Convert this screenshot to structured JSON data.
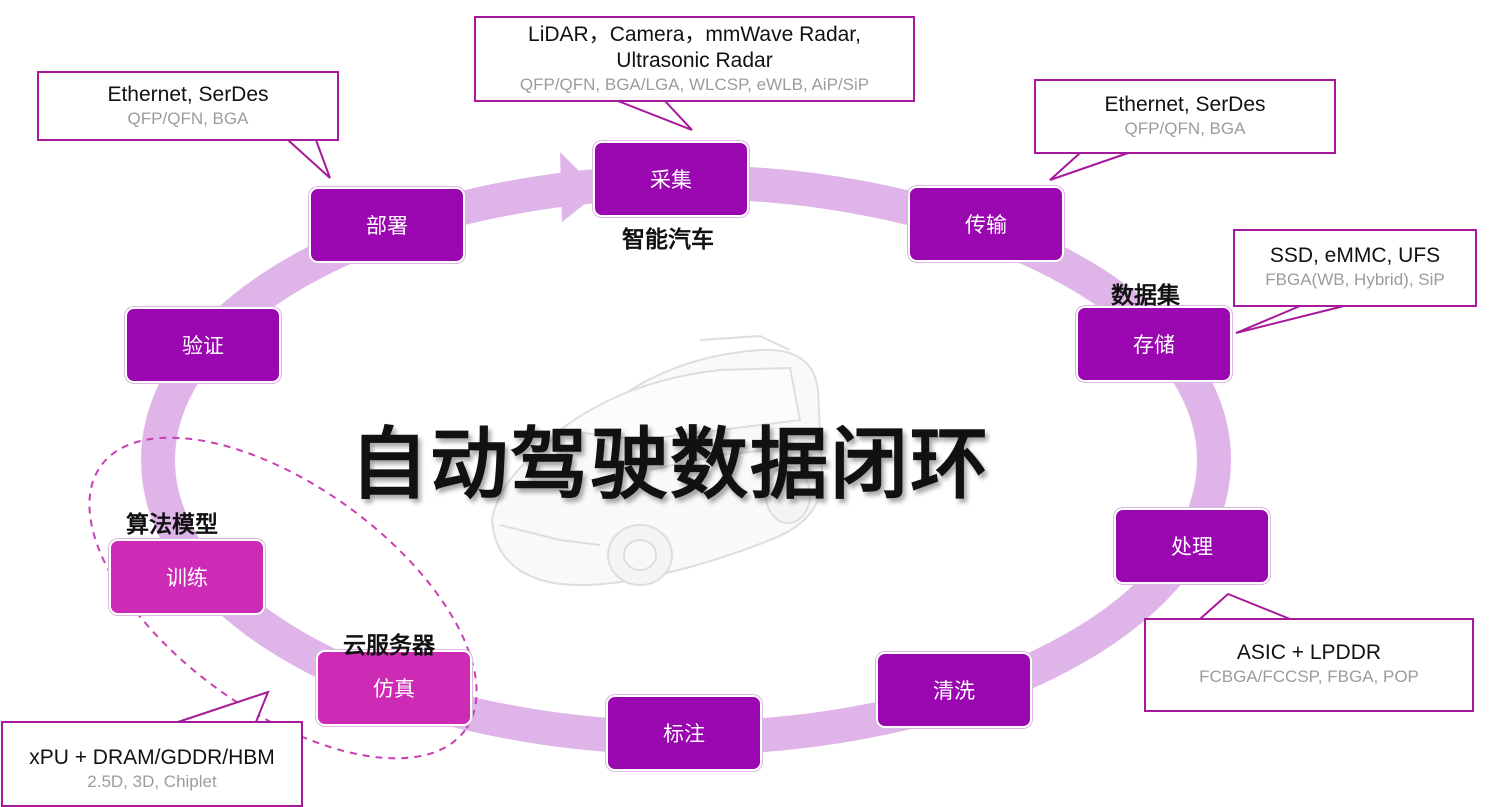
{
  "title": "自动驾驶数据闭环",
  "nodes": {
    "collect": "采集",
    "transmit": "传输",
    "store": "存储",
    "process": "处理",
    "clean": "清洗",
    "annotate": "标注",
    "simulate": "仿真",
    "train": "训练",
    "verify": "验证",
    "deploy": "部署"
  },
  "labels": {
    "smart_car": "智能汽车",
    "dataset": "数据集",
    "algorithm_model": "算法模型",
    "cloud_server": "云服务器"
  },
  "callouts": {
    "sensors": {
      "main1": "LiDAR，Camera，mmWave Radar,",
      "main2": "Ultrasonic Radar",
      "sub": "QFP/QFN, BGA/LGA, WLCSP, eWLB, AiP/SiP"
    },
    "deploy": {
      "main": "Ethernet, SerDes",
      "sub": "QFP/QFN, BGA"
    },
    "transmit": {
      "main": "Ethernet, SerDes",
      "sub": "QFP/QFN, BGA"
    },
    "storage": {
      "main": "SSD, eMMC, UFS",
      "sub": "FBGA(WB, Hybrid), SiP"
    },
    "process": {
      "main": "ASIC + LPDDR",
      "sub": "FCBGA/FCCSP, FBGA, POP"
    },
    "cloud": {
      "main": "xPU + DRAM/GDDR/HBM",
      "sub": "2.5D, 3D, Chiplet"
    }
  },
  "colors": {
    "node": "#9a06b0",
    "node_cloud": "#cd2ab5",
    "loop": "#dfb4e8",
    "callout_border": "#a8189b"
  },
  "icons": {
    "car": "car-illustration"
  }
}
